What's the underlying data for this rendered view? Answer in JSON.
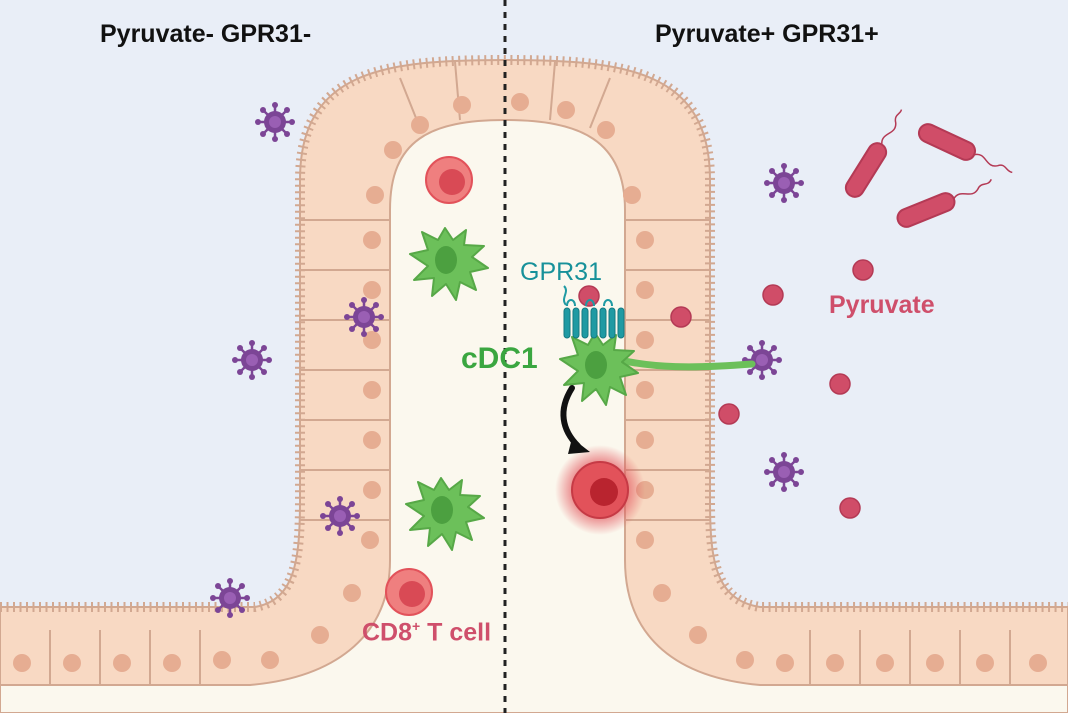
{
  "panels": {
    "left_title": "Pyruvate- GPR31-",
    "right_title": "Pyruvate+ GPR31+"
  },
  "labels": {
    "gpr31": "GPR31",
    "cdc1": "cDC1",
    "pyruvate": "Pyruvate",
    "cd8_prefix": "CD8",
    "cd8_superscript": "+",
    "cd8_suffix": " T cell"
  },
  "colors": {
    "lumen": "#e9eef7",
    "lamina_propria": "#fbf8ee",
    "epithelium": "#f8d9c3",
    "nucleus": "#e6ad92",
    "virus": "#7c4596",
    "bacteria": "#d04d68",
    "pyruvate": "#d04d68",
    "dendritic_cell": "#6cc05a",
    "gpr31_receptor": "#1f9aa3",
    "cd8_t_cell": "#e2525a"
  }
}
